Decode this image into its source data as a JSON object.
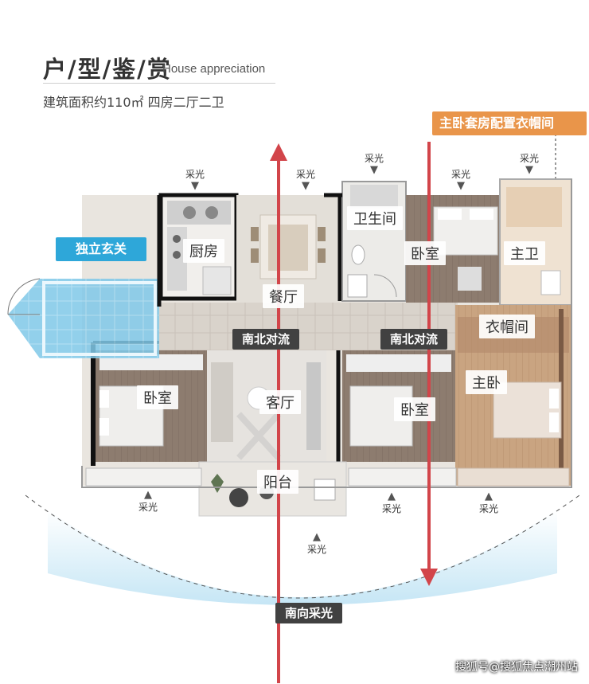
{
  "header": {
    "title": "户/型/鉴/赏",
    "subtitle": "House appreciation",
    "info": "建筑面积约110㎡ 四房二厅二卫"
  },
  "callouts": {
    "suite": "主卧套房配置衣帽间",
    "foyer": "独立玄关"
  },
  "sunlight": [
    "采光",
    "采光",
    "采光",
    "采光",
    "采光",
    "采光",
    "采光",
    "采光",
    "采光"
  ],
  "rooms": {
    "kitchen": "厨房",
    "dining": "餐厅",
    "bathroom": "卫生间",
    "bedroom_n": "卧室",
    "master_bath": "主卫",
    "cloakroom": "衣帽间",
    "bedroom_w": "卧室",
    "living": "客厅",
    "bedroom_s": "卧室",
    "master_bed": "主卧",
    "balcony": "阳台"
  },
  "labels": {
    "ventilation_1": "南北对流",
    "ventilation_2": "南北对流",
    "south_light": "南向采光"
  },
  "watermark": "搜狐号@搜狐焦点潮州站",
  "colors": {
    "accent_orange": "#e9954a",
    "accent_blue": "#2ea7d9",
    "flow_red": "#d2454a",
    "pill_dark": "#414141"
  }
}
